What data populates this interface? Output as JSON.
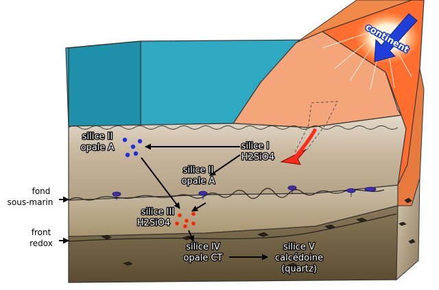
{
  "colors": {
    "water": "#2aa3bd",
    "water_dark": "#1e8aa3",
    "continent_light": "#f4a375",
    "continent_bright": "#ff6a2a",
    "sediment_top": "#d7cdbf",
    "sediment_mid": "#bfae97",
    "sediment_low": "#a08e72",
    "sediment_deep": "#6e5d40",
    "side_face": "#c9bba4",
    "silica_blue": "#1b2ee0",
    "silica_red": "#ff2200",
    "arrow_red": "#ff2b1a",
    "arrow_blue": "#1f3fd8"
  },
  "labels": {
    "silice_I_line1": "silice I",
    "silice_I_line2": "H2SiO4",
    "silice_II_left_line1": "silice II",
    "silice_II_left_line2": "opale A",
    "silice_II_center_line1": "silice II",
    "silice_II_center_line2": "opale A",
    "silice_III_line1": "silice III",
    "silice_III_line2": "H2SiO4",
    "silice_IV_line1": "silice IV",
    "silice_IV_line2": "opale CT",
    "silice_V_line1": "silice V",
    "silice_V_line2": "calcédoine",
    "silice_V_line3": "(quartz)",
    "fond_line1": "fond",
    "fond_line2": "sous-marin",
    "front_line1": "front",
    "front_line2": "redox",
    "continent": "continent"
  },
  "icons": [
    "sun-icon",
    "continent-arrow-icon",
    "red-arrow-icon",
    "burrow-icon"
  ]
}
